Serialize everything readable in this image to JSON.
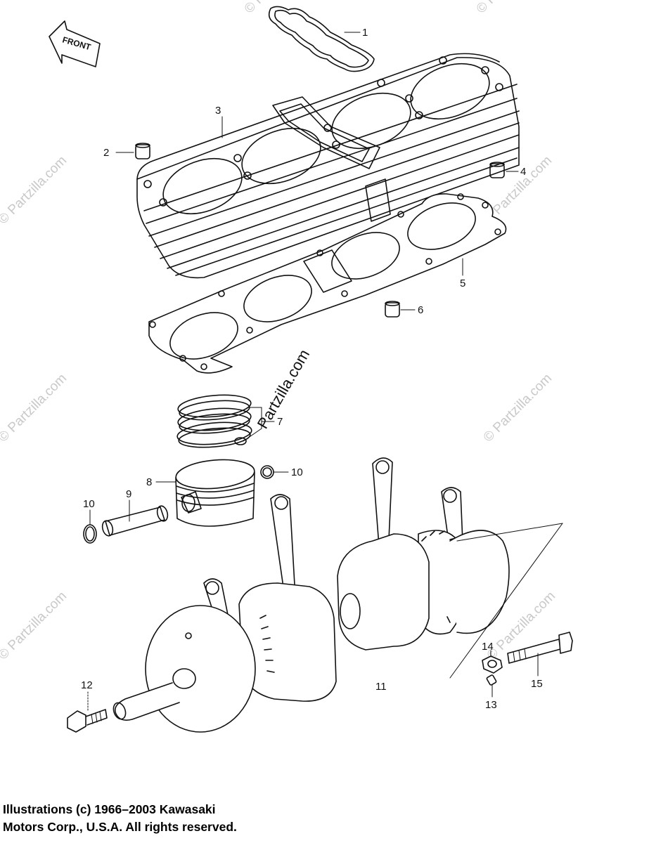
{
  "front_label": "FRONT",
  "watermark": "© Partzilla.com",
  "watermark_center": "Partzilla.com",
  "callouts": {
    "c1": "1",
    "c2": "2",
    "c3": "3",
    "c4": "4",
    "c5": "5",
    "c6": "6",
    "c7": "7",
    "c8": "8",
    "c9": "9",
    "c10a": "10",
    "c10b": "10",
    "c11": "11",
    "c12": "12",
    "c13": "13",
    "c14": "14",
    "c15": "15"
  },
  "copyright": {
    "line1": "Illustrations (c) 1966–2003 Kawasaki",
    "line2": "Motors Corp., U.S.A.  All rights reserved."
  }
}
